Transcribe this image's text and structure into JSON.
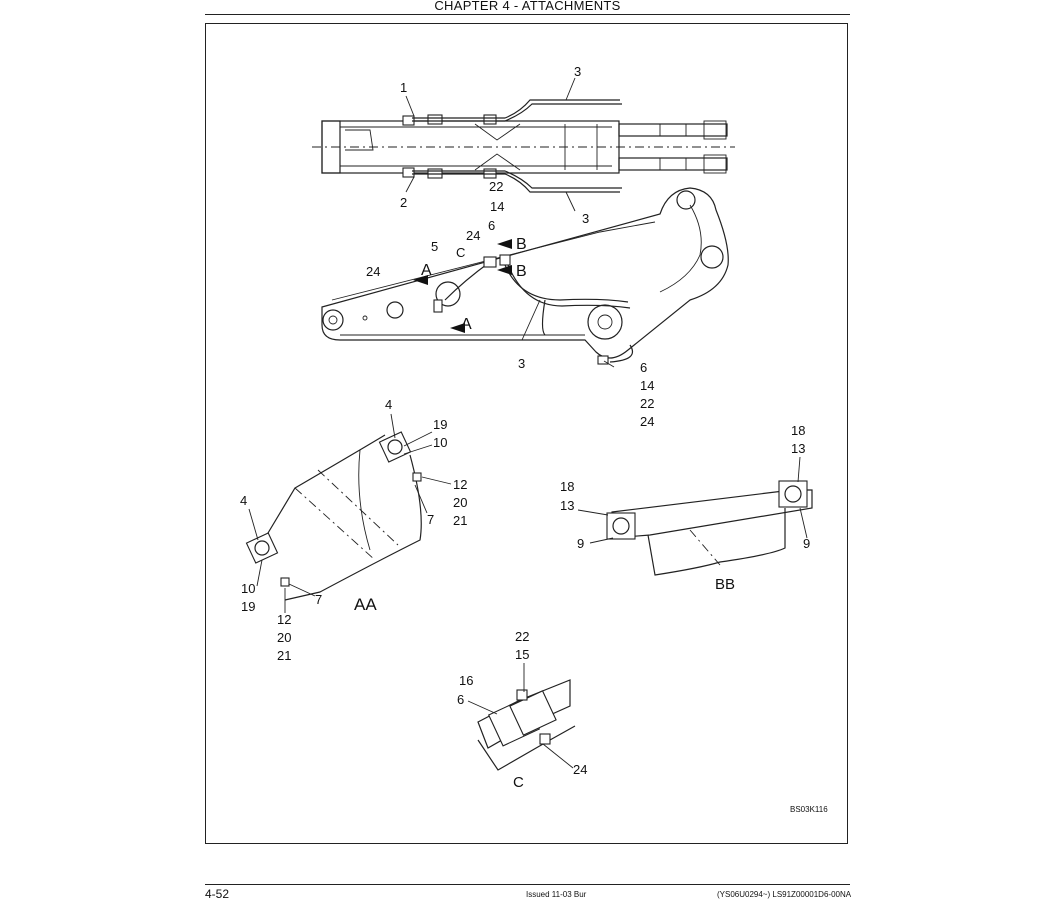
{
  "header": {
    "title": "CHAPTER 4 - ATTACHMENTS"
  },
  "footer": {
    "page_number": "4-52",
    "issued": "Issued 11-03    Bur",
    "doc_ref": "(YS06U0294~)   LS91Z00001D6-00NA"
  },
  "figure": {
    "code": "BS03K116",
    "view_labels": {
      "aa": "AA",
      "bb": "BB",
      "c": "C"
    },
    "section_markers": {
      "a": "A",
      "b": "B"
    },
    "callouts": {
      "top_view": [
        "1",
        "2",
        "3",
        "3",
        "22",
        "14"
      ],
      "side_view": [
        "6",
        "24",
        "5",
        "C",
        "24",
        "3"
      ],
      "side_view_stack": [
        "6",
        "14",
        "22",
        "24"
      ],
      "view_aa": [
        "4",
        "19",
        "10",
        "12",
        "20",
        "21",
        "7",
        "4",
        "10",
        "19",
        "7",
        "12",
        "20",
        "21"
      ],
      "view_bb": [
        "18",
        "13",
        "9",
        "18",
        "13",
        "9"
      ],
      "view_c": [
        "22",
        "15",
        "16",
        "6",
        "24"
      ]
    }
  }
}
